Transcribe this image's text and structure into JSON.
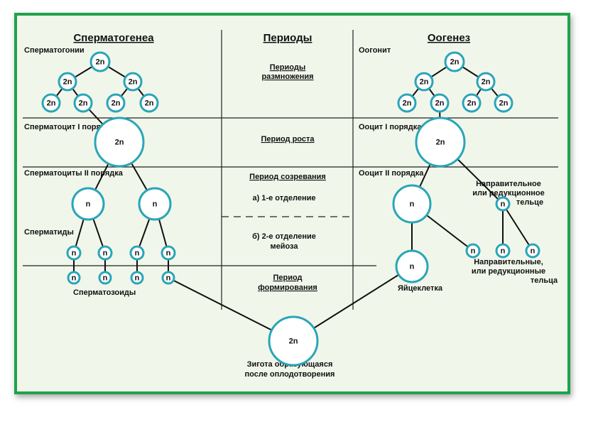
{
  "headers": {
    "spermatogenesis": "Сперматогенеа",
    "periods": "Периоды",
    "oogenesis": "Оогенез"
  },
  "left_labels": {
    "spermatogonia": "Сперматогонии",
    "spermatocyte_1": "Сперматоцит I порядка",
    "spermatocytes_2": "Сперматоциты II порядка",
    "spermatids": "Сперматиды",
    "spermatozoa": "Сперматозоиды"
  },
  "middle_labels": {
    "reproduction_1": "Периоды",
    "reproduction_2": "размножения",
    "growth": "Период роста",
    "maturation": "Период созревания",
    "division_1": "а) 1-е отделение",
    "division_2_line1": "б) 2-е отделение",
    "division_2_line2": "мейоза",
    "formation_1": "Период",
    "formation_2": "формирования"
  },
  "right_labels": {
    "oogonia": "Оогонит",
    "oocyte_1": "Ооцит I порядка",
    "oocyte_2": "Ооцит II порядка",
    "polar_body_1": "Направительное",
    "polar_body_2": "или редукционное",
    "polar_body_3": "тельце",
    "polar_bodies_1": "Направительные,",
    "polar_bodies_2": "или редукционные",
    "polar_bodies_3": "тельца",
    "egg": "Яйцеклетка"
  },
  "bottom_labels": {
    "zygote_1": "Зигота образующаяся",
    "zygote_2": "после оплодотворения"
  },
  "node_labels": {
    "diploid": "2n",
    "haploid": "n"
  },
  "colors": {
    "border": "#1fa34a",
    "background": "#f1f6ea",
    "node_stroke": "#2aa5b8"
  }
}
